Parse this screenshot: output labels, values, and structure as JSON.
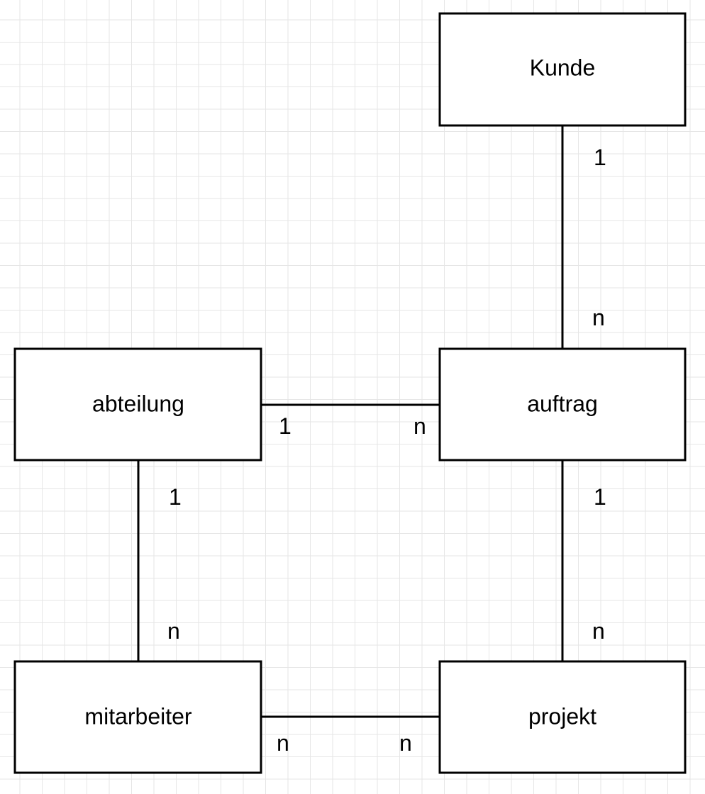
{
  "entities": {
    "kunde": "Kunde",
    "abteilung": "abteilung",
    "auftrag": "auftrag",
    "mitarbeiter": "mitarbeiter",
    "projekt": "projekt"
  },
  "relationships": {
    "kunde_auftrag": {
      "kunde_side": "1",
      "auftrag_side": "n"
    },
    "abteilung_auftrag": {
      "abteilung_side": "1",
      "auftrag_side": "n"
    },
    "abteilung_mitarbeiter": {
      "abteilung_side": "1",
      "mitarbeiter_side": "n"
    },
    "auftrag_projekt": {
      "auftrag_side": "1",
      "projekt_side": "n"
    },
    "mitarbeiter_projekt": {
      "mitarbeiter_side": "n",
      "projekt_side": "n"
    }
  }
}
